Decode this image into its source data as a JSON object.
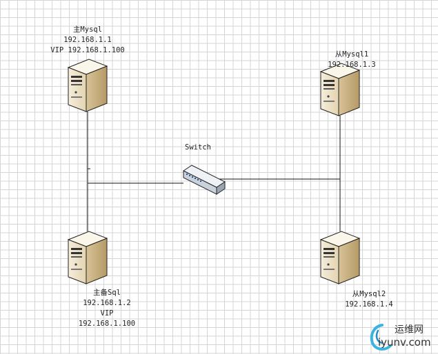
{
  "nodes": {
    "master": {
      "lines": [
        "主Mysql",
        "192.168.1.1",
        "VIP 192.168.1.100"
      ]
    },
    "standby": {
      "lines": [
        "主备Sql",
        "192.168.1.2",
        "VIP",
        "192.168.1.100"
      ]
    },
    "slave1": {
      "lines": [
        "从Mysql1",
        "192.168.1.3"
      ]
    },
    "slave2": {
      "lines": [
        "从Mysql2",
        "192.168.1.4"
      ]
    },
    "switch": {
      "label": "Switch"
    }
  },
  "watermark": {
    "cn": "运维网",
    "en": "iyunv.com"
  }
}
